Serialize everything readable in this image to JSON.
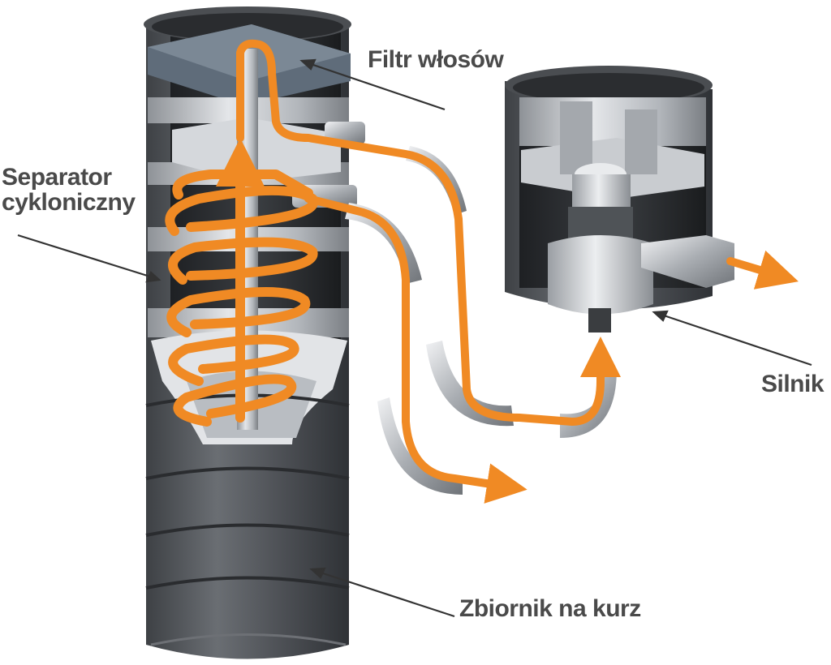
{
  "labels": {
    "hair_filter": "Filtr włosów",
    "cyclone_separator_line1": "Separator",
    "cyclone_separator_line2": "cykloniczny",
    "motor": "Silnik",
    "dust_container": "Zbiornik na kurz"
  },
  "colors": {
    "airflow": "#f08a24",
    "housing_dark": "#55585c",
    "housing_light": "#c4c7cb",
    "label_text": "#4a4a4a",
    "leader_line": "#333333"
  }
}
